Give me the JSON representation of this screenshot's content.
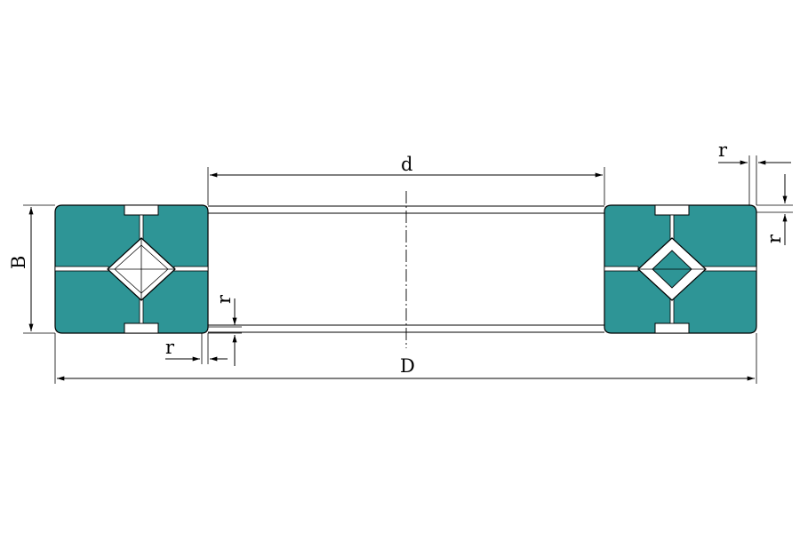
{
  "labels": {
    "bore_diameter": "d",
    "outer_diameter": "D",
    "width": "B",
    "chamfer_top_right": "r",
    "chamfer_right": "r",
    "chamfer_left_vertical": "r",
    "chamfer_left_horizontal": "r"
  },
  "colors": {
    "ring_fill": "#2e9596",
    "line": "#000000",
    "background": "#ffffff",
    "roller_fill": "#ffffff"
  }
}
